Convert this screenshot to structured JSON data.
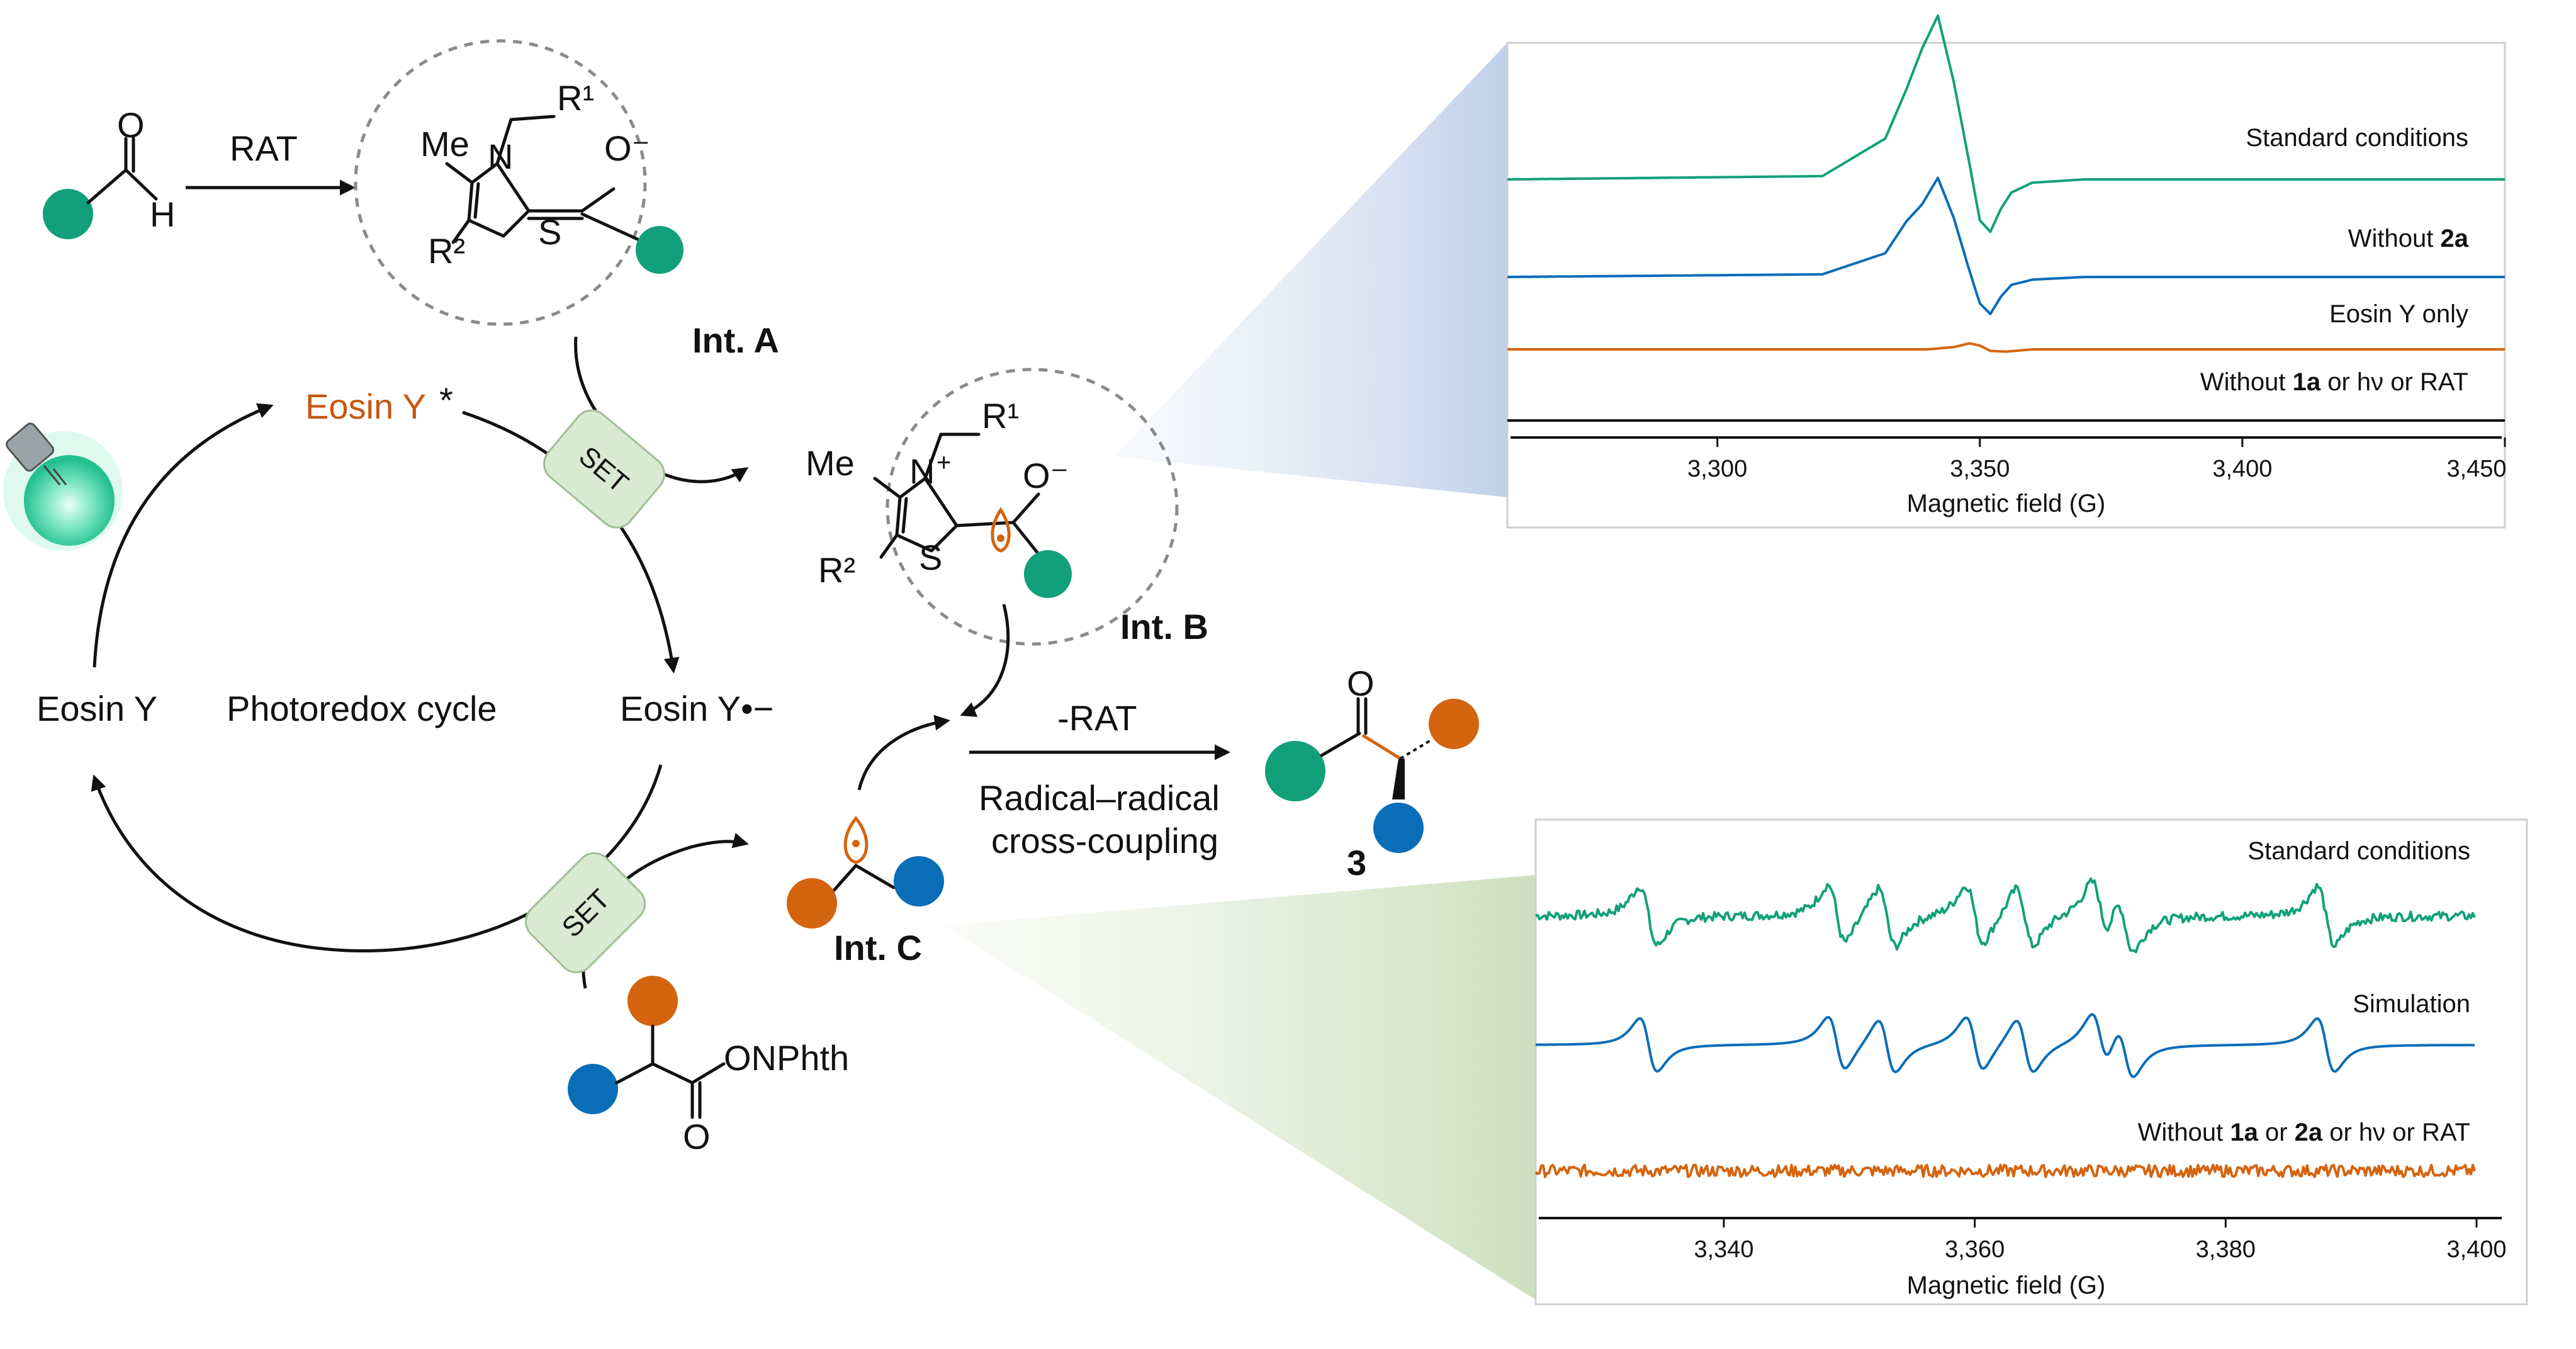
{
  "colors": {
    "green": "#12a07a",
    "blue": "#0a6db7",
    "orange": "#d4640f",
    "black": "#111111"
  },
  "scheme": {
    "rat_top": "RAT",
    "aldehyde_o": "O",
    "aldehyde_h": "H",
    "intA": {
      "me": "Me",
      "n": "N",
      "r1": "R¹",
      "o": "O⁻",
      "r2": "R²",
      "s": "S",
      "label": "Int. A"
    },
    "intB": {
      "me": "Me",
      "n": "N",
      "charge": "+",
      "r1": "R¹",
      "o": "O⁻",
      "r2": "R²",
      "s": "S",
      "label": "Int. B"
    },
    "intC_label": "Int. C",
    "eosin_excited": "Eosin Y",
    "eosin_excited_star": "*",
    "eosin_ground": "Eosin Y",
    "cycle_label": "Photoredox cycle",
    "eosin_radical_anion": "Eosin Y•−",
    "set_top": "SET",
    "set_bottom": "SET",
    "minus_rat": "-RAT",
    "coupling_line1": "Radical–radical",
    "coupling_line2": "cross-coupling",
    "product_label": "3",
    "product_o": "O",
    "ester_label": "ONPhth",
    "ester_o": "O",
    "light_icon": "lightbulb-icon"
  },
  "chart_data": [
    {
      "type": "line",
      "title": "",
      "xlabel": "Magnetic field (G)",
      "ylabel": "",
      "xlim": [
        3260,
        3450
      ],
      "xticks": [
        "3,300",
        "3,350",
        "3,400",
        "3,450"
      ],
      "grid": false,
      "series": [
        {
          "name": "Standard conditions",
          "color": "#12a07a",
          "x": [
            3260,
            3320,
            3332,
            3336,
            3339,
            3342,
            3345,
            3348,
            3350,
            3352,
            3354,
            3356,
            3360,
            3370,
            3450
          ],
          "y": [
            0,
            0.02,
            0.25,
            0.55,
            0.8,
            1.0,
            0.6,
            0.1,
            -0.25,
            -0.32,
            -0.18,
            -0.08,
            -0.02,
            0,
            0
          ]
        },
        {
          "name": "Without 2a",
          "color": "#0a6db7",
          "x": [
            3260,
            3320,
            3332,
            3336,
            3339,
            3342,
            3345,
            3348,
            3350,
            3352,
            3354,
            3356,
            3360,
            3370,
            3450
          ],
          "y": [
            0,
            0.02,
            0.18,
            0.42,
            0.55,
            0.75,
            0.45,
            0.05,
            -0.2,
            -0.28,
            -0.15,
            -0.06,
            -0.02,
            0,
            0
          ]
        },
        {
          "name": "Eosin Y only",
          "color": "#d4640f",
          "x": [
            3260,
            3340,
            3345,
            3348,
            3350,
            3352,
            3355,
            3360,
            3450
          ],
          "y": [
            0,
            0,
            0.03,
            0.08,
            0.05,
            -0.02,
            -0.03,
            0,
            0
          ]
        },
        {
          "name": "Without 1a or hv or RAT",
          "color": "#111111",
          "x": [
            3260,
            3450
          ],
          "y": [
            0,
            0
          ]
        }
      ],
      "labels": [
        {
          "text": "Standard conditions"
        },
        {
          "pre": "Without ",
          "bold": "2a",
          "post": ""
        },
        {
          "text": "Eosin Y only"
        },
        {
          "pre": "Without ",
          "bold": "1a",
          "post": " or hν or RAT"
        }
      ]
    },
    {
      "type": "line",
      "title": "",
      "xlabel": "Magnetic field (G)",
      "ylabel": "",
      "xlim": [
        3325,
        3400
      ],
      "xticks": [
        "3,340",
        "3,360",
        "3,380",
        "3,400"
      ],
      "grid": false,
      "line_centers": [
        3334,
        3349,
        3353,
        3360,
        3364,
        3370,
        3372,
        3388
      ],
      "series": [
        {
          "name": "Standard conditions",
          "color": "#12a07a"
        },
        {
          "name": "Simulation",
          "color": "#0a6db7"
        },
        {
          "name": "Without 1a or 2a or hv or RAT",
          "color": "#d4640f"
        }
      ],
      "labels": [
        {
          "text": "Standard conditions"
        },
        {
          "text": "Simulation"
        },
        {
          "pre": "Without ",
          "bold": "1a",
          "mid": " or ",
          "bold2": "2a",
          "post": " or hν or RAT"
        }
      ]
    }
  ]
}
